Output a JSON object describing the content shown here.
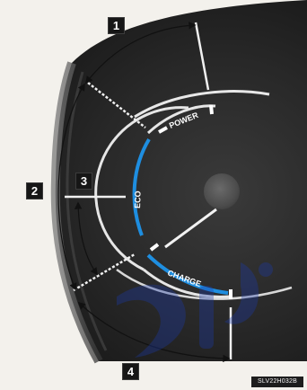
{
  "callouts": [
    "1",
    "2",
    "3",
    "4"
  ],
  "dial_labels": {
    "power": "POWER",
    "eco": "ECO",
    "charge": "CHARGE"
  },
  "image_code": "SLV22H032B",
  "colors": {
    "background": "#f3f1ec",
    "panel_dark": "#262626",
    "dial_ring": "#e0e0e0",
    "eco_blue": "#1e8ee0",
    "badge": "#161616"
  }
}
